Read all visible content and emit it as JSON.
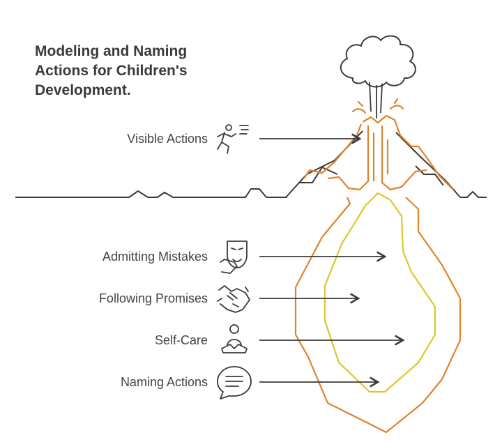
{
  "title": {
    "line1": "Modeling and Naming",
    "line2": "Actions for Children's",
    "line3": "Development."
  },
  "items": [
    {
      "label": "Visible Actions",
      "icon": "running-person-icon"
    },
    {
      "label": "Admitting Mistakes",
      "icon": "mask-hand-icon"
    },
    {
      "label": "Following Promises",
      "icon": "handshake-icon"
    },
    {
      "label": "Self-Care",
      "icon": "meditating-person-icon"
    },
    {
      "label": "Naming Actions",
      "icon": "speech-bubble-icon"
    }
  ],
  "colors": {
    "ink": "#3a3a3a",
    "magma": "#e0832a",
    "inner": "#e1c62a"
  }
}
